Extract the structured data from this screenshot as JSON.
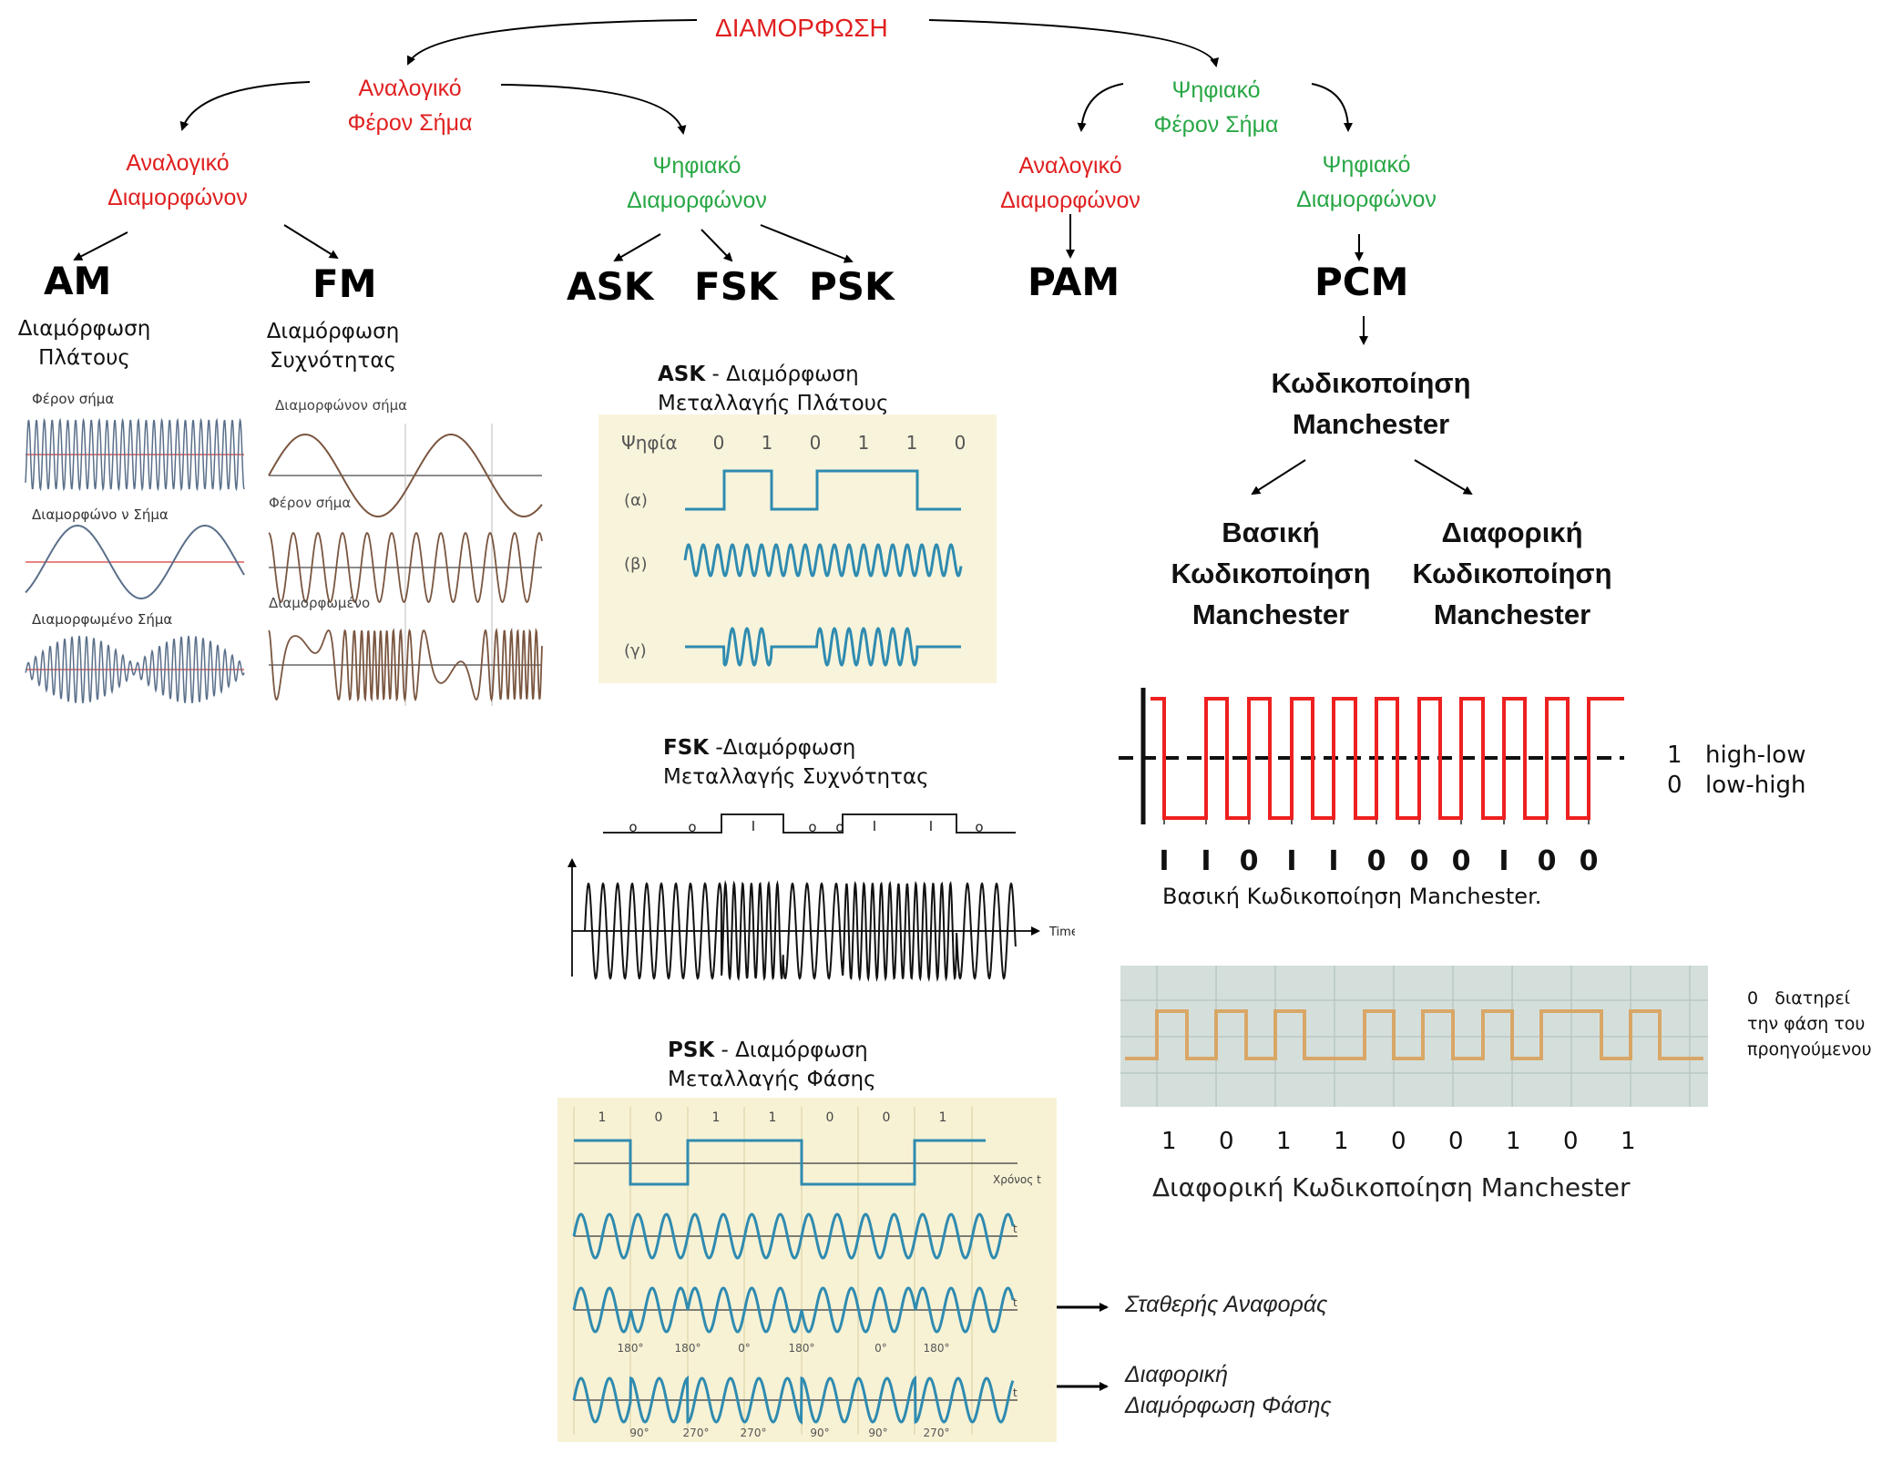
{
  "title": "ΔΙΑΜΟΡΦΩΣΗ",
  "analog_carrier": [
    "Αναλογικό",
    "Φέρον Σήμα"
  ],
  "digital_carrier": [
    "Ψηφιακό",
    "Φέρον Σήμα"
  ],
  "analog_mod_1": [
    "Αναλογικό",
    "Διαμορφώνον"
  ],
  "digital_mod_1": [
    "Ψηφιακό",
    "Διαμορφώνον"
  ],
  "analog_mod_2": [
    "Αναλογικό",
    "Διαμορφώνον"
  ],
  "digital_mod_2": [
    "Ψηφιακό",
    "Διαμορφώνον"
  ],
  "am": {
    "label": "AM",
    "desc": [
      "Διαμόρφωση",
      "Πλάτους"
    ]
  },
  "fm": {
    "label": "FM",
    "desc": [
      "Διαμόρφωση",
      "Συχνότητας"
    ]
  },
  "ask": "ASK",
  "fsk": "FSK",
  "psk": "PSK",
  "pam": "PAM",
  "pcm": "PCM",
  "am_fig": {
    "carrier": "Φέρον σήμα",
    "modulating": "Διαμορφώνο ν Σήμα",
    "modulated": "Διαμορφωμένο Σήμα"
  },
  "fm_fig": {
    "modulating": "Διαμορφώνον σήμα",
    "carrier": "Φέρον σήμα",
    "modulated": "Διαμορφωμένο"
  },
  "ask_caption": {
    "bold": "ASK",
    "rest": " - Διαμόρφωση",
    "line2": "Μεταλλαγής Πλάτους"
  },
  "ask_fig": {
    "digits_label": "Ψηφία",
    "digits": [
      "0",
      "1",
      "0",
      "1",
      "1",
      "0"
    ],
    "rows": [
      "(α)",
      "(β)",
      "(γ)"
    ]
  },
  "fsk_caption": {
    "bold": "FSK",
    "rest": " -Διαμόρφωση",
    "line2": "Μεταλλαγής Συχνότητας"
  },
  "fsk_fig": {
    "bits": [
      "o",
      "o",
      "I",
      "o",
      "o",
      "I",
      "I",
      "o"
    ],
    "axis": "Time"
  },
  "psk_caption": {
    "bold": "PSK",
    "rest": " - Διαμόρφωση",
    "line2": "Μεταλλαγής Φάσης"
  },
  "psk_fig": {
    "bits": [
      "1",
      "0",
      "1",
      "1",
      "0",
      "0",
      "1"
    ],
    "time_label": "Χρόνος t",
    "phases_1": [
      "180°",
      "180°",
      "0°",
      "180°",
      "0°",
      "180°"
    ],
    "phases_2": [
      "90°",
      "270°",
      "270°",
      "90°",
      "90°",
      "270°"
    ],
    "t": "t"
  },
  "psk_note_1": "Σταθερής Αναφοράς",
  "psk_note_2": [
    "Διαφορική",
    "Διαμόρφωση Φάσης"
  ],
  "manchester": [
    "Κωδικοποίηση",
    "Manchester"
  ],
  "basic": [
    "Βασική",
    "Κωδικοποίηση",
    "Manchester"
  ],
  "diff": [
    "Διαφορική",
    "Κωδικοποίηση",
    "Manchester"
  ],
  "basic_fig": {
    "bits": [
      "I",
      "I",
      "0",
      "I",
      "I",
      "0",
      "0",
      "0",
      "I",
      "0",
      "0"
    ],
    "caption": "Βασική Κωδικοποίηση Manchester."
  },
  "legend": [
    {
      "bit": "1",
      "desc": "high-low"
    },
    {
      "bit": "0",
      "desc": "low-high"
    }
  ],
  "diff_fig": {
    "bits": [
      "1",
      "0",
      "1",
      "1",
      "0",
      "0",
      "1",
      "0",
      "1"
    ],
    "caption": "Διαφορική Κωδικοποίηση Manchester"
  },
  "diff_note": [
    "0   διατηρεί",
    "την φάση του",
    "προηγούμενου"
  ]
}
